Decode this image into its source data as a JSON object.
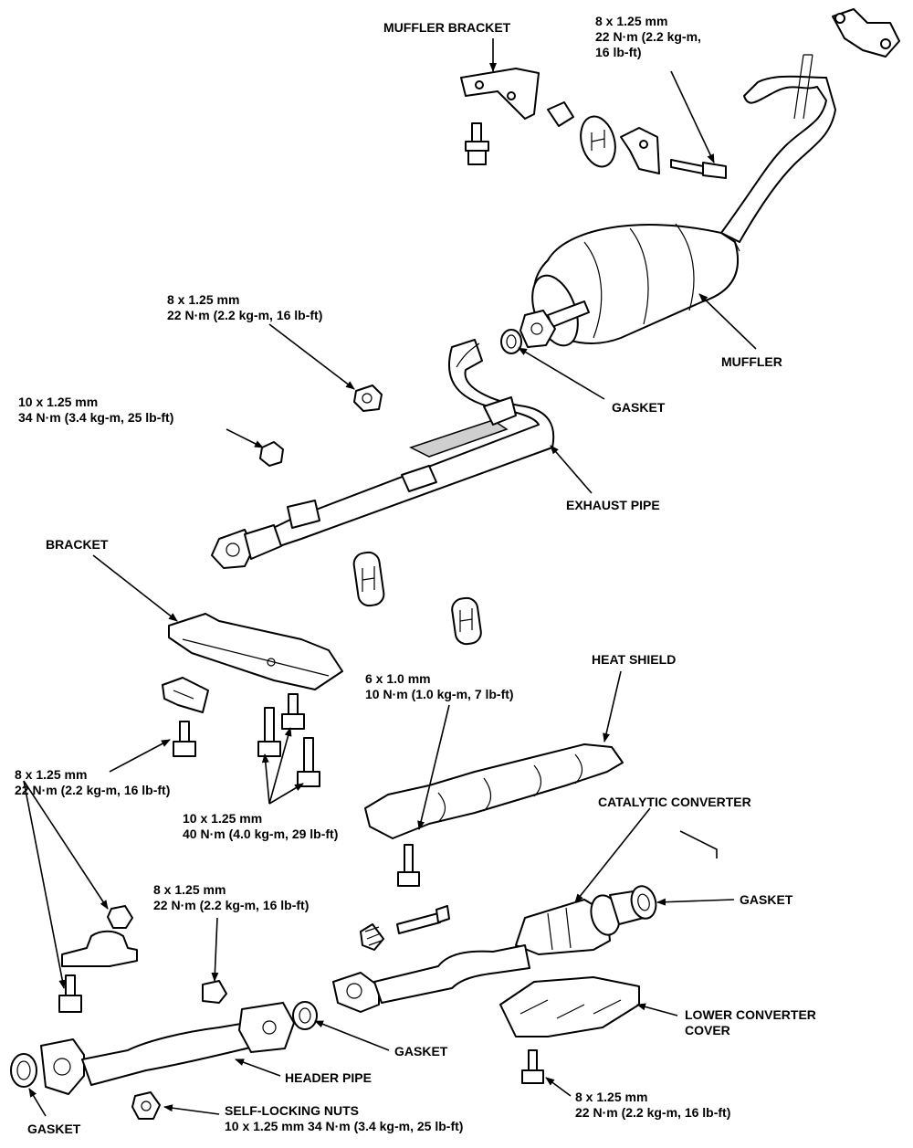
{
  "diagram": {
    "labels": {
      "muffler_bracket": "MUFFLER BRACKET",
      "muffler_bolt_spec": [
        "8 x 1.25 mm",
        "22 N·m (2.2 kg-m,",
        "16 lb-ft)"
      ],
      "muffler": "MUFFLER",
      "muffler_nut_spec": [
        "8 x 1.25 mm",
        "22 N·m (2.2 kg-m, 16 lb-ft)"
      ],
      "gasket_muffler": "GASKET",
      "exhaust_nut_spec": [
        "10 x 1.25 mm",
        "34 N·m (3.4 kg-m, 25 lb-ft)"
      ],
      "exhaust_pipe": "EXHAUST PIPE",
      "bracket": "BRACKET",
      "heat_shield_bolt_spec": [
        "6 x 1.0 mm",
        "10 N·m (1.0 kg-m, 7 lb-ft)"
      ],
      "heat_shield": "HEAT SHIELD",
      "bracket_bolt_spec_left": [
        "8 x 1.25 mm",
        "22 N·m (2.2 kg-m, 16 lb-ft)"
      ],
      "bracket_bolt_spec_center": [
        "10 x 1.25 mm",
        "40 N·m (4.0 kg-m, 29 lb-ft)"
      ],
      "catalytic_converter": "CATALYTIC CONVERTER",
      "gasket_converter": "GASKET",
      "header_nut_spec": [
        "8 x 1.25 mm",
        "22 N·m (2.2 kg-m, 16 lb-ft)"
      ],
      "lower_converter_cover": [
        "LOWER CONVERTER",
        "COVER"
      ],
      "gasket_center": "GASKET",
      "header_pipe": "HEADER PIPE",
      "cover_bolt_spec": [
        "8 x 1.25 mm",
        "22 N·m (2.2 kg-m, 16 lb-ft)"
      ],
      "self_locking_nuts": [
        "SELF-LOCKING NUTS",
        "10 x 1.25 mm  34 N·m (3.4 kg-m, 25 lb-ft)"
      ],
      "gasket_front": "GASKET"
    }
  }
}
